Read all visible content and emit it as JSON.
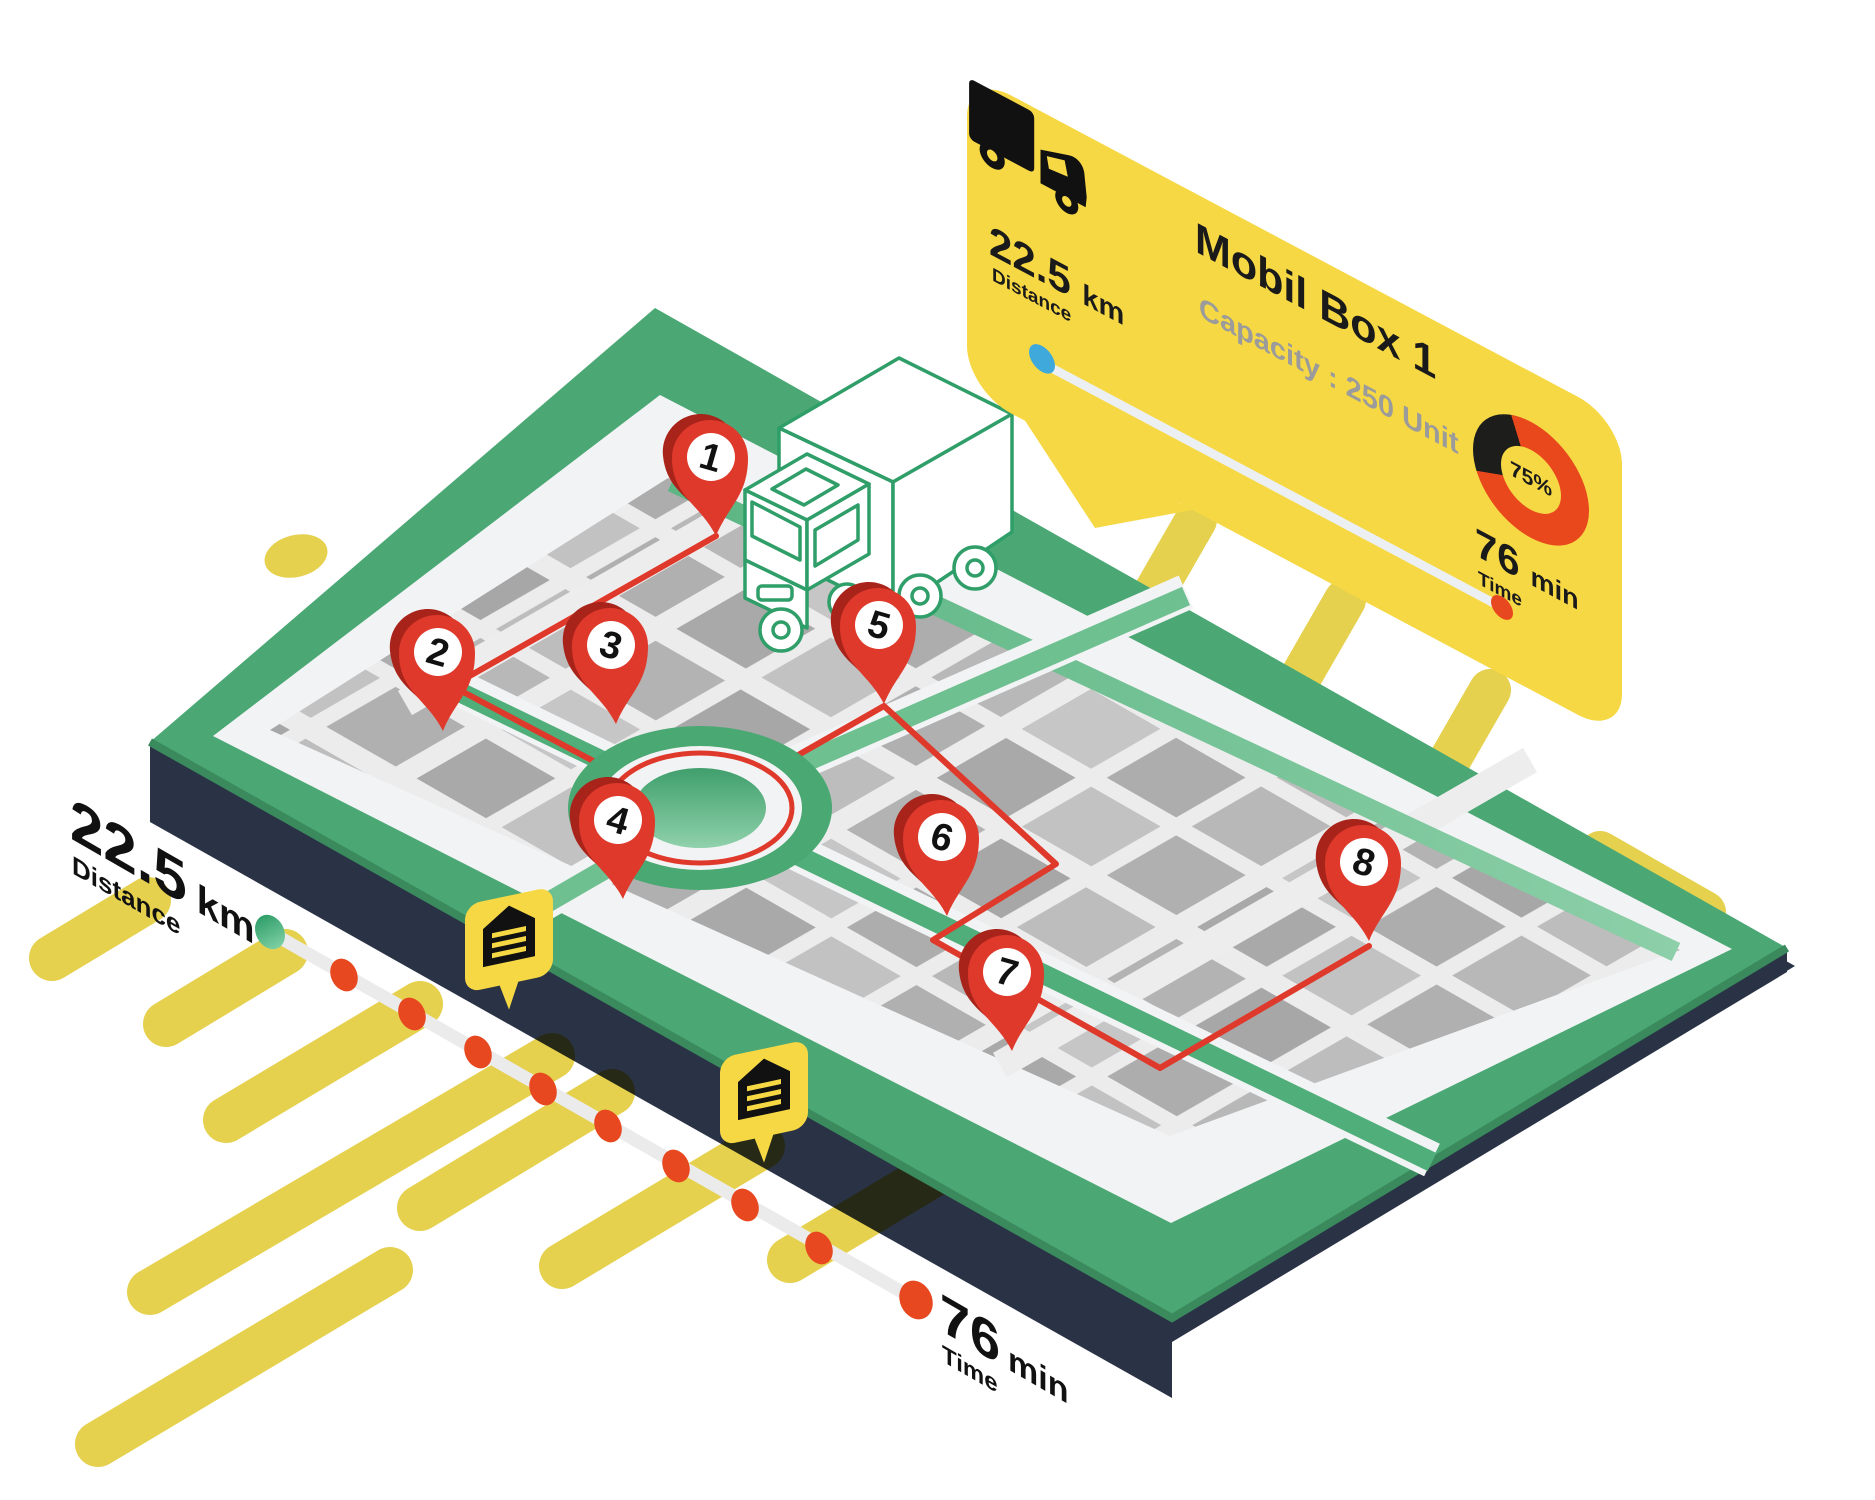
{
  "theme": {
    "card-yellow": "#f6d844",
    "donut-red": "#e8481c",
    "donut-dark": "#1d1d1b",
    "dot-blue": "#3fa9dc",
    "dot-red": "#e8481f",
    "track-gray": "#edf0f2",
    "capacity-gray": "#9b9b9b",
    "ink": "#1a1a1a",
    "plate-green": "#4ba875",
    "route-red": "#df392b",
    "road-yellow": "#e5d14e",
    "shadow-navy": "#2a3245"
  },
  "card": {
    "title": "Mobil Box 1",
    "capacity": "Capacity : 250 Unit",
    "distance_value": "22.5",
    "distance_unit": "km",
    "distance_label": "Distance",
    "load_percent": "75%",
    "time_value": "76",
    "time_unit": "min",
    "time_label": "Time"
  },
  "map": {
    "pins": [
      "1",
      "2",
      "3",
      "4",
      "5",
      "6",
      "7",
      "8"
    ]
  },
  "distance_callout": {
    "value": "22.5",
    "unit": "km",
    "label": "Distance"
  },
  "time_callout": {
    "value": "76",
    "unit": "min",
    "label": "Time"
  }
}
